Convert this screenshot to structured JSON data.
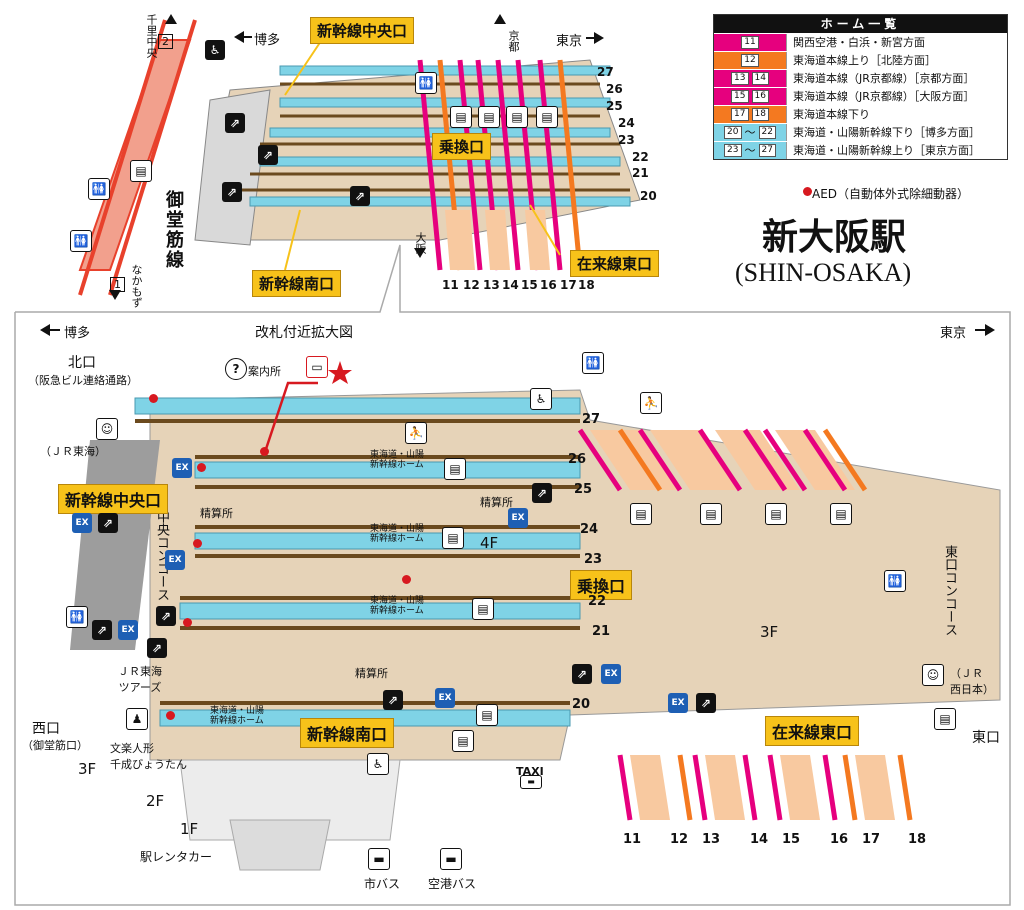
{
  "station": {
    "name_jp": "新大阪駅",
    "name_en": "(SHIN-OSAKA)"
  },
  "legend": {
    "title": "ホーム一覧",
    "rows": [
      {
        "tracks": [
          "11"
        ],
        "dest": "関西空港・白浜・新宮方面",
        "color": "#e6007e"
      },
      {
        "tracks": [
          "12"
        ],
        "dest": "東海道本線上り［北陸方面］",
        "color": "#f47920"
      },
      {
        "tracks": [
          "13",
          "14"
        ],
        "dest": "東海道本線（JR京都線）［京都方面］",
        "color": "#e6007e"
      },
      {
        "tracks": [
          "15",
          "16"
        ],
        "dest": "東海道本線（JR京都線）［大阪方面］",
        "color": "#e6007e"
      },
      {
        "tracks": [
          "17",
          "18"
        ],
        "dest": "東海道本線下り",
        "color": "#f47920"
      },
      {
        "tracks": [
          "20",
          "22"
        ],
        "sep": "〜",
        "dest": "東海道・山陽新幹線下り［博多方面］",
        "color": "#7fd3e6"
      },
      {
        "tracks": [
          "23",
          "27"
        ],
        "sep": "〜",
        "dest": "東海道・山陽新幹線上り［東京方面］",
        "color": "#7fd3e6"
      }
    ],
    "aed": "AED（自動体外式除細動器）"
  },
  "top_map": {
    "dir_hakata": "博多",
    "dir_tokyo": "東京",
    "dir_kyoto": "京都",
    "dir_osaka": "大阪",
    "subway_line": "御堂筋線",
    "dir_senri": "千里中央",
    "dir_namba": "なかもず",
    "exit_2": "2",
    "exit_1": "1",
    "gates": {
      "central": "新幹線中央口",
      "south": "新幹線南口",
      "transfer": "乗換口",
      "east": "在来線東口"
    },
    "shinkansen_tracks": [
      "27",
      "26",
      "25",
      "24",
      "23",
      "22",
      "21",
      "20"
    ],
    "conventional_tracks": [
      "11",
      "12",
      "13",
      "14",
      "15",
      "16",
      "17",
      "18"
    ]
  },
  "bottom_map": {
    "title": "改札付近拡大図",
    "dir_hakata": "博多",
    "dir_tokyo": "東京",
    "north_exit": "北口",
    "north_exit_sub": "（阪急ビル連絡通路）",
    "jr_tokai": "（ＪＲ東海）",
    "info": "案内所",
    "central_concourse": "中央コンコース",
    "seisanjo_1": "精算所",
    "seisanjo_2": "精算所",
    "seisanjo_3": "精算所",
    "jr_tours": "ＪＲ東海\nツアーズ",
    "west_exit": "西口",
    "west_exit_sub": "（御堂筋口）",
    "bunraku": "文楽人形\n千成びょうたん",
    "floor_4f": "4F",
    "floor_3f_a": "3F",
    "floor_3f_b": "3F",
    "floor_2f": "2F",
    "floor_1f": "1F",
    "rent_a_car": "駅レンタカー",
    "city_bus": "市バス",
    "airport_bus": "空港バス",
    "taxi": "TAXI",
    "east_concourse": "東口コンコース",
    "jr_west": "（ＪＲ\n西日本）",
    "east_exit": "東口",
    "platform_label": "東海道・山陽\n新幹線ホーム",
    "gates": {
      "central": "新幹線中央口",
      "south": "新幹線南口",
      "transfer": "乗換口",
      "east": "在来線東口"
    },
    "shinkansen_tracks": [
      "27",
      "26",
      "25",
      "24",
      "23",
      "22",
      "21",
      "20"
    ],
    "conventional_tracks": [
      "11",
      "12",
      "13",
      "14",
      "15",
      "16",
      "17",
      "18"
    ]
  },
  "colors": {
    "shinkansen_platform": "#7fd3e6",
    "concourse": "#e6d3b8",
    "track_magenta": "#e6007e",
    "track_orange": "#f47920",
    "gate_label": "#f7c21a",
    "aed_red": "#d71920",
    "subway_red": "#e8412c"
  }
}
